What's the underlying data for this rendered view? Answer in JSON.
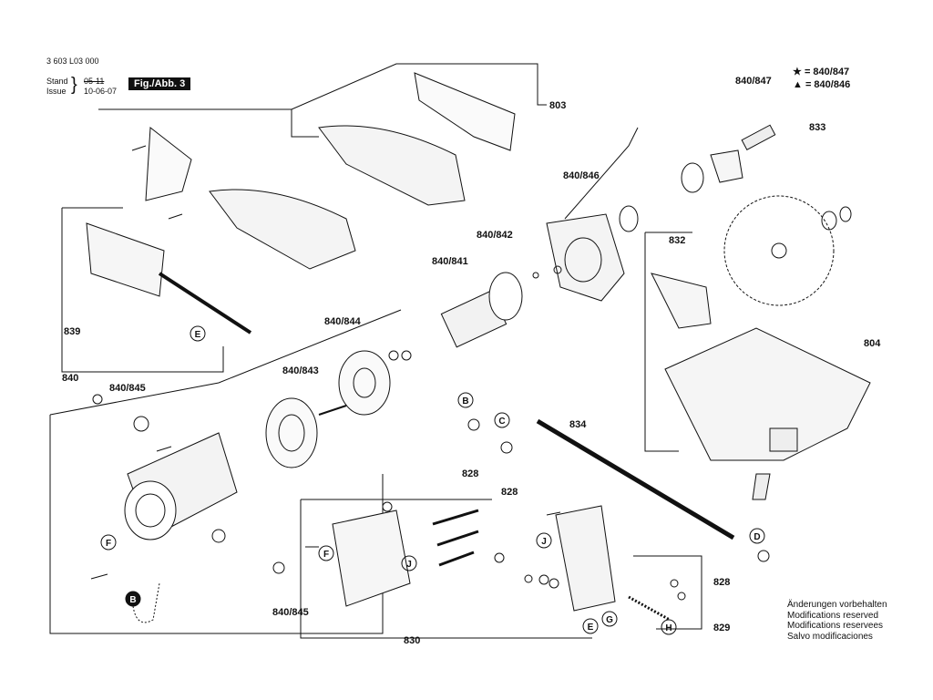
{
  "header": {
    "doc_number": "3 603 L03 000",
    "stand_label": "Stand",
    "issue_label": "Issue",
    "old_date": "05-11",
    "date": "10-06-07",
    "figure_label": "Fig./Abb. 3"
  },
  "legend": [
    {
      "symbol": "★",
      "text": "= 840/847"
    },
    {
      "symbol": "▲",
      "text": "= 840/846"
    }
  ],
  "callouts": {
    "c803": "803",
    "c840_847": "840/847",
    "c833": "833",
    "c840_846": "840/846",
    "c840_842": "840/842",
    "c840_841": "840/841",
    "c832": "832",
    "c839": "839",
    "c840_844": "840/844",
    "c804": "804",
    "c840": "840",
    "c840_843": "840/843",
    "c840_845a": "840/845",
    "c834": "834",
    "c828a": "828",
    "c828b": "828",
    "c828c": "828",
    "c829": "829",
    "c840_845b": "840/845",
    "c830": "830"
  },
  "letters": {
    "E1": "E",
    "B1": "B",
    "C1": "C",
    "F1": "F",
    "B2": "B",
    "F2": "F",
    "J1": "J",
    "J2": "J",
    "D1": "D",
    "E2": "E",
    "G1": "G",
    "H1": "H"
  },
  "note": {
    "line1": "Änderungen vorbehalten",
    "line2": "Modifications reserved",
    "line3": "Modifications reservees",
    "line4": "Salvo modificaciones"
  }
}
